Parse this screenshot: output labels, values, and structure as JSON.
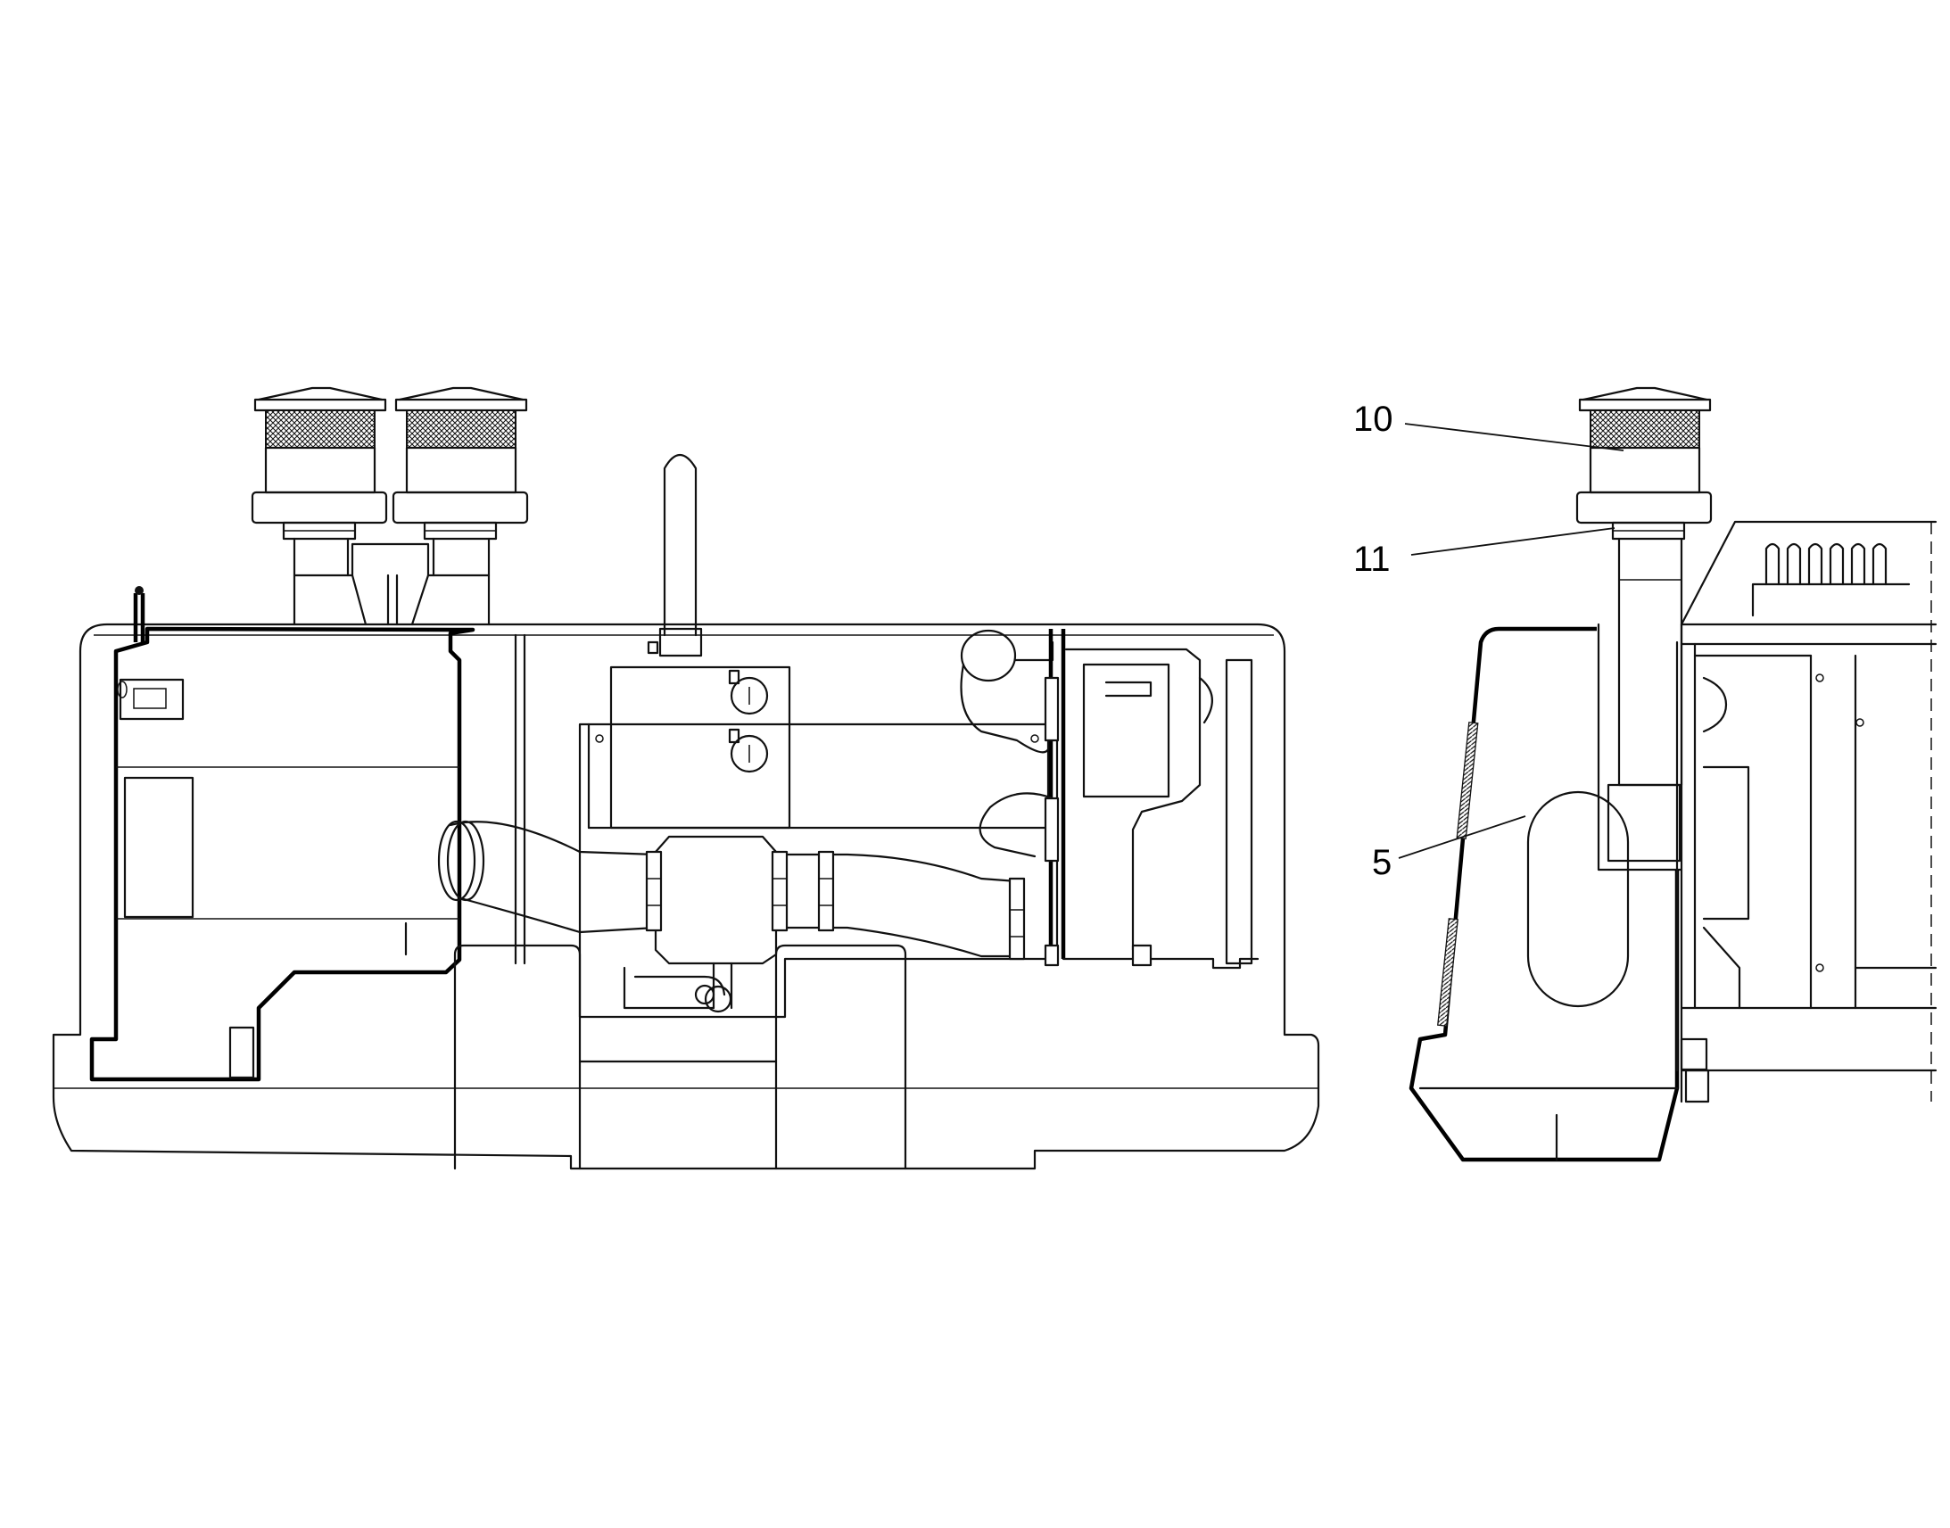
{
  "callouts": [
    {
      "id": "callout-10",
      "label": "10"
    },
    {
      "id": "callout-11",
      "label": "11"
    },
    {
      "id": "callout-5",
      "label": "5"
    }
  ]
}
